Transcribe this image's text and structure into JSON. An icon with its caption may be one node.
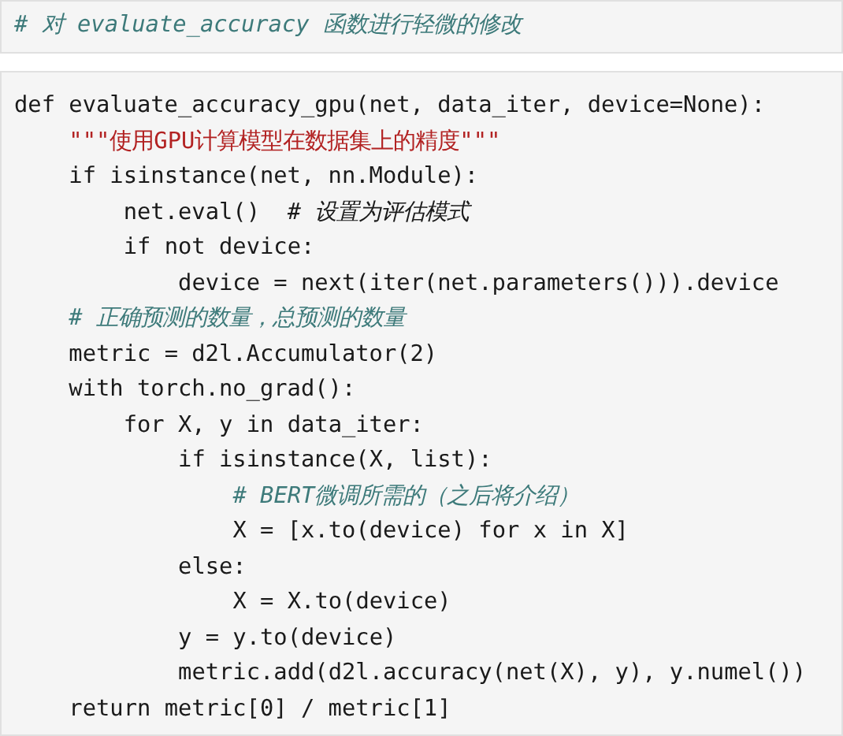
{
  "diagram": {
    "nodes": [
      {
        "text": [
          "# 对 evaluate_accuracy 函数进行轻微的修改"
        ]
      },
      {
        "text": [
          "def evaluate_accuracy_gpu(net, data_iter, device=None):",
          "\"\"\"使用GPU计算模型在数据集上的精度\"\"\"",
          "if isinstance(net, nn.Module):",
          "net.eval()  *# 设置为评估模式*",
          "if not device:",
          "device = next(iter(net.parameters())).device",
          "# 正确预测的数量，总预测的数量",
          "metric = d2l.Accumulator(2)",
          "with torch.no_grad():",
          "for X, y in data_iter:",
          "if isinstance(X, list):",
          "# BERT微调所需的（之后将介绍）",
          "X = [x.to(device) for x in X]",
          "else:",
          "X = X.to(device)",
          "y = y.to(device)",
          "metric.add(d2l.accuracy(net(X), y), y.numel())",
          "return metric[0] / metric[1]"
        ]
      }
    ]
  }
}
